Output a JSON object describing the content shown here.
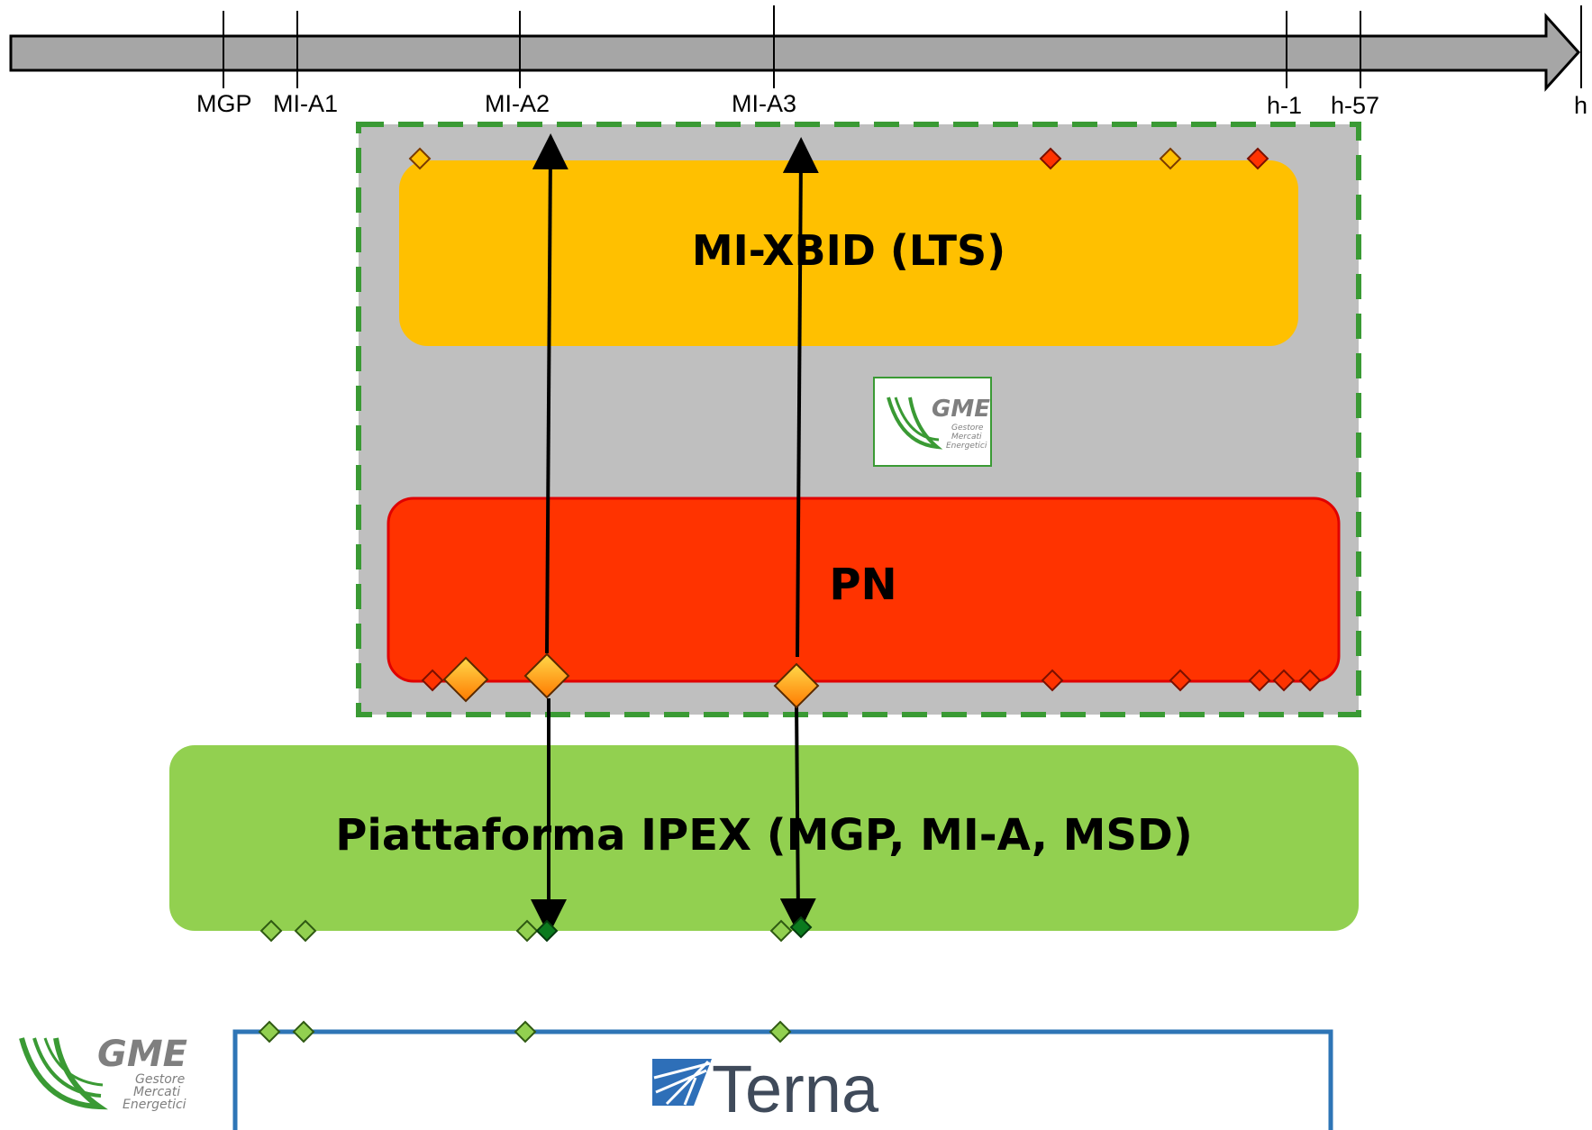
{
  "timeline": {
    "ticks": [
      {
        "label": "MGP"
      },
      {
        "label": "MI-A1"
      },
      {
        "label": "MI-A2"
      },
      {
        "label": "MI-A3"
      },
      {
        "label": "h-1"
      },
      {
        "label": "h-57"
      },
      {
        "label": "h"
      }
    ]
  },
  "boxes": {
    "xbid": {
      "label": "MI-XBID (LTS)",
      "color": "#FFC000"
    },
    "pn": {
      "label": "PN",
      "color": "#FF3300"
    },
    "ipex": {
      "label": "Piattaforma IPEX (MGP, MI-A, MSD)",
      "color": "#92D050"
    }
  },
  "logos": {
    "gme_center": {
      "name": "GME",
      "sub": [
        "Gestore",
        "Mercati",
        "Energetici"
      ]
    },
    "gme_corner": {
      "name": "GME",
      "sub": [
        "Gestore",
        "Mercati",
        "Energetici"
      ]
    },
    "terna": {
      "name": "Terna"
    }
  },
  "colors": {
    "dashed_border": "#3A9A34",
    "grey_panel": "#BFBFBF",
    "timeline_fill": "#A6A6A6",
    "terna_border": "#2E75B6"
  }
}
